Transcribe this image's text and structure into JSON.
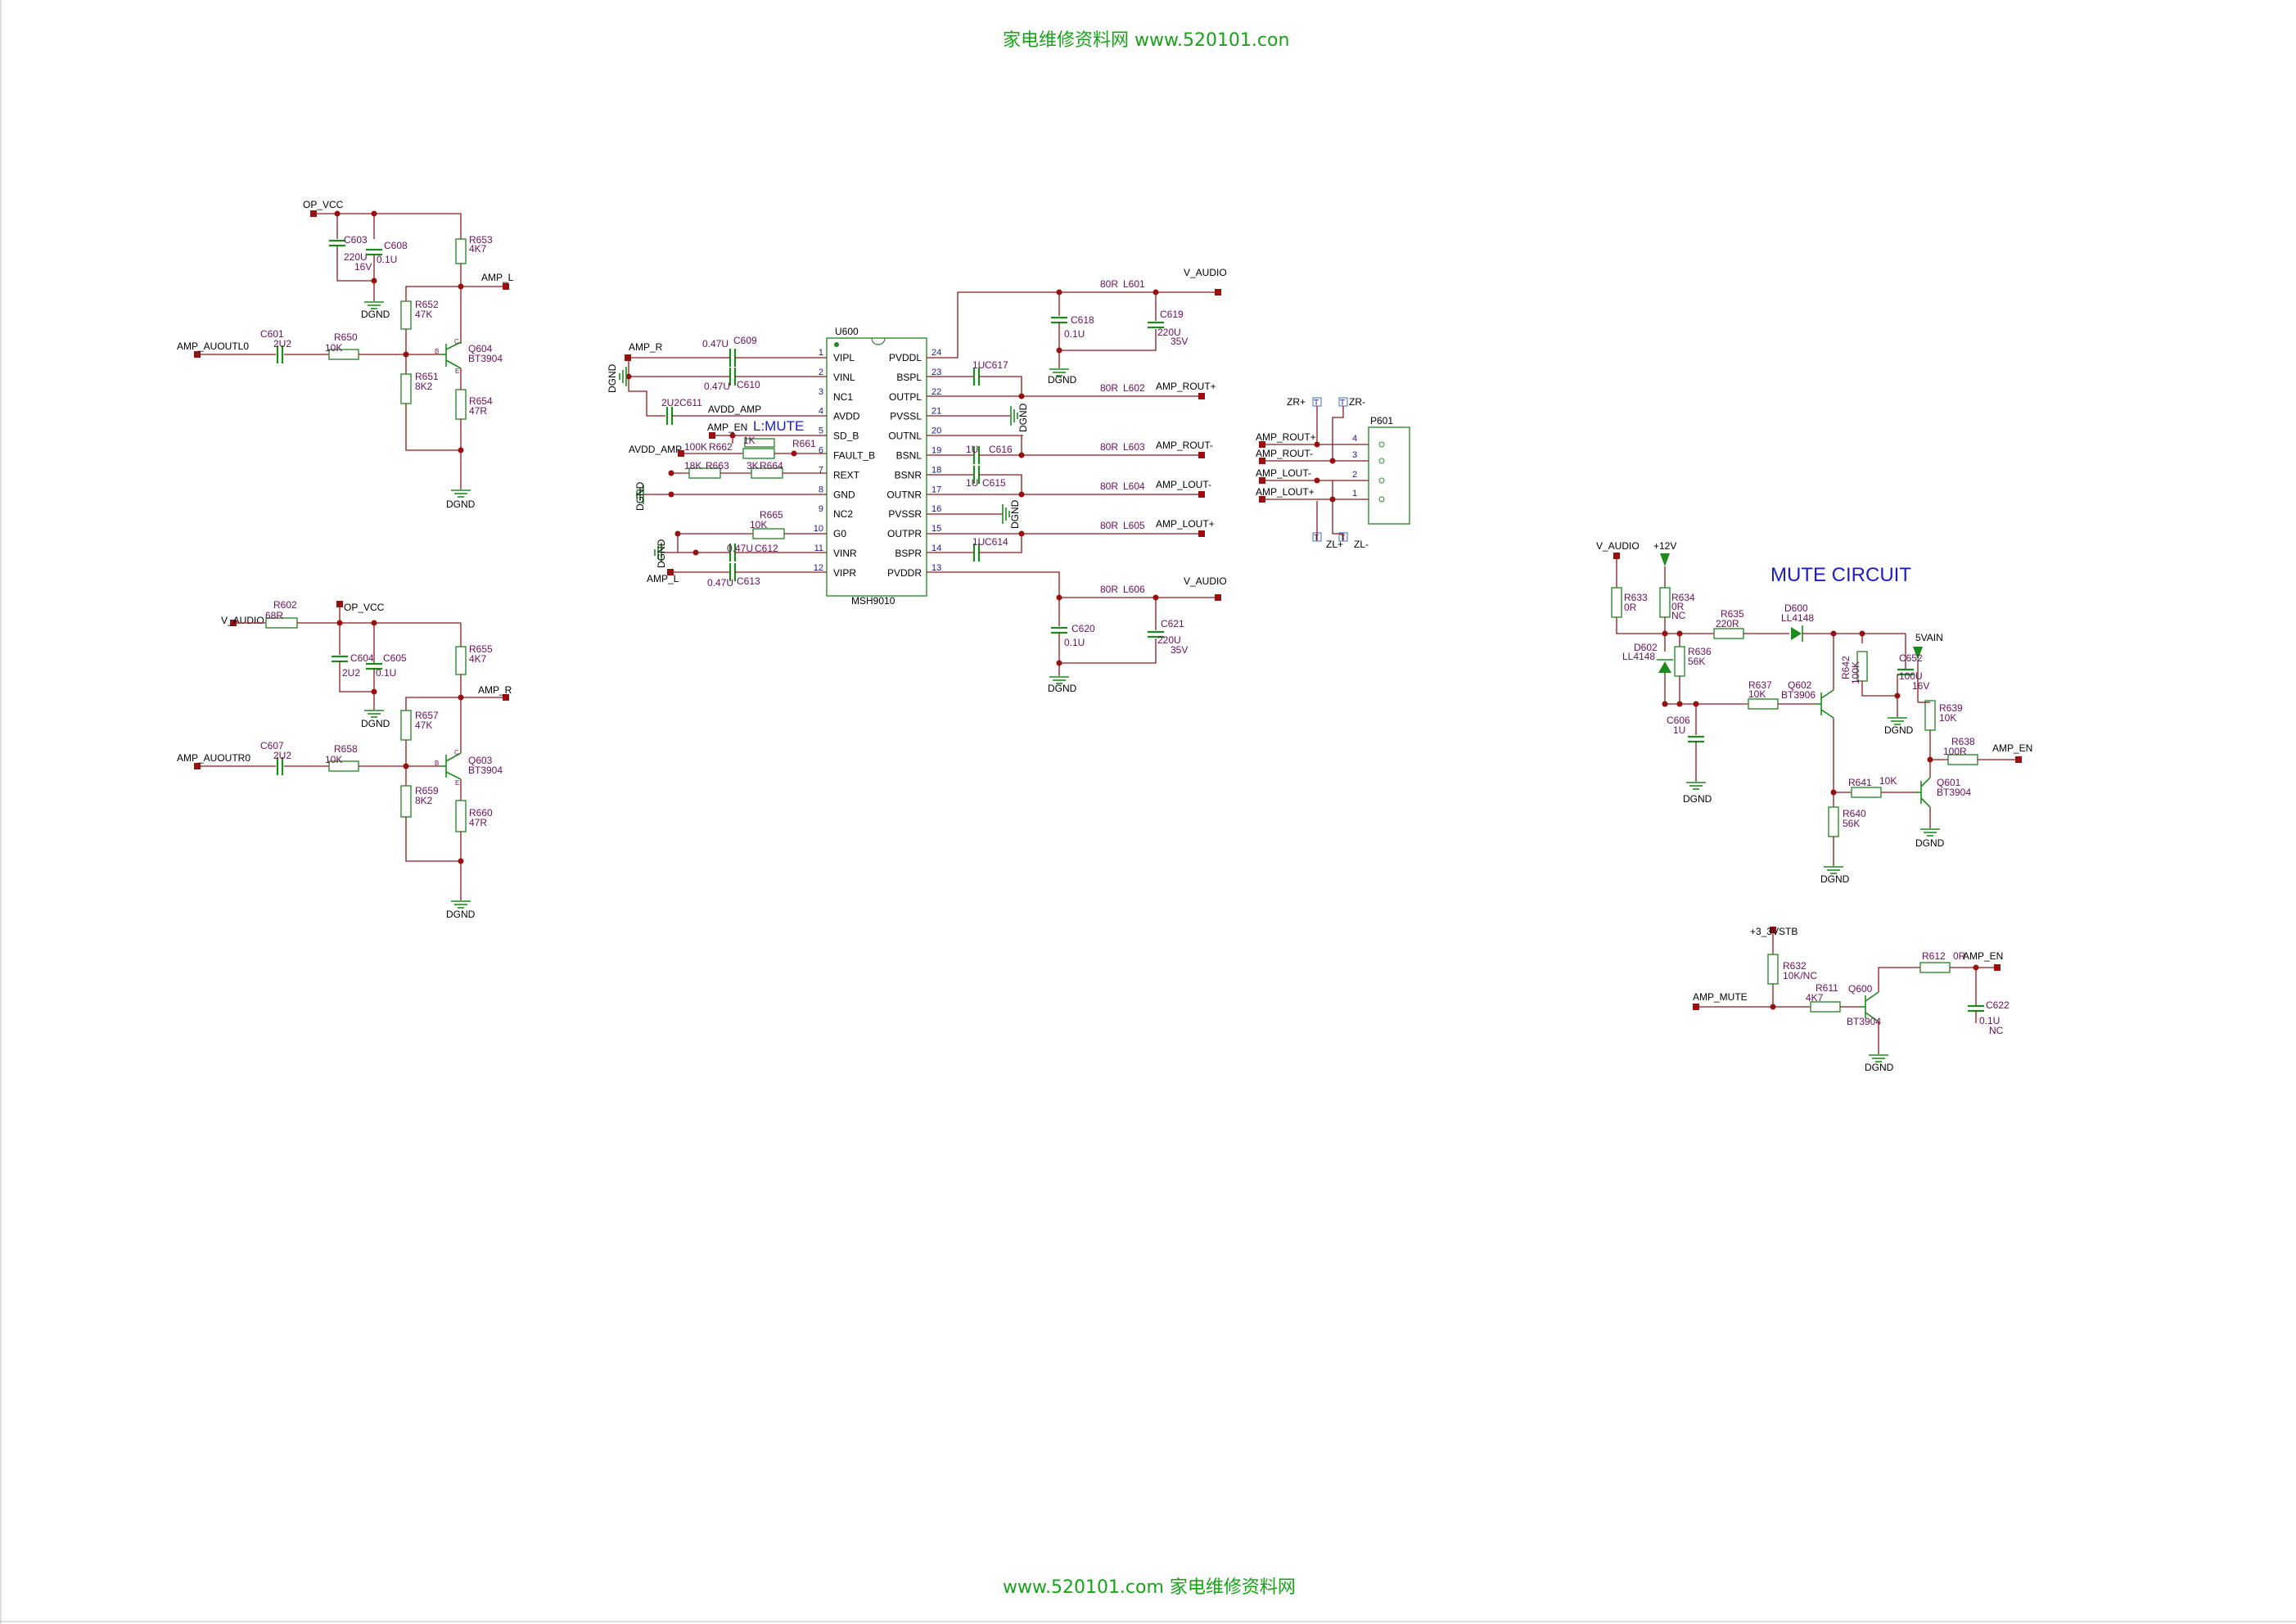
{
  "watermark": {
    "top": "家电维修资料网    www.520101.con",
    "bottom": "www.520101.com  家电维修资料网"
  },
  "section_titles": {
    "mute_circuit": "MUTE CIRCUIT",
    "l_mute": "L:MUTE"
  },
  "nets": {
    "op_vcc": "OP_VCC",
    "amp_l": "AMP_L",
    "amp_r": "AMP_R",
    "amp_auoutl0": "AMP_AUOUTL0",
    "amp_auoutr0": "AMP_AUOUTR0",
    "v_audio": "V_AUDIO",
    "dgnd": "DGND",
    "avdd_amp": "AVDD_AMP",
    "amp_en": "AMP_EN",
    "amp_rout_p": "AMP_ROUT+",
    "amp_rout_m": "AMP_ROUT-",
    "amp_lout_m": "AMP_LOUT-",
    "amp_lout_p": "AMP_LOUT+",
    "p12v": "+12V",
    "v5ain": "5VAIN",
    "p3v3stb": "+3_3VSTB",
    "amp_mute": "AMP_MUTE",
    "zr_p": "ZR+",
    "zr_m": "ZR-",
    "zl_p": "ZL+",
    "zl_m": "ZL-",
    "tp": "T"
  },
  "left_top": {
    "C603": [
      "C603",
      "220U",
      "16V"
    ],
    "C608": [
      "C608",
      "0.1U"
    ],
    "R653": [
      "R653",
      "4K7"
    ],
    "R652": [
      "R652",
      "47K"
    ],
    "C601": [
      "C601",
      "2U2"
    ],
    "R650": [
      "R650",
      "10K"
    ],
    "Q604": [
      "Q604",
      "BT3904"
    ],
    "R651": [
      "R651",
      "8K2"
    ],
    "R654": [
      "R654",
      "47R"
    ],
    "pins": [
      "C",
      "B",
      "E"
    ]
  },
  "left_bottom": {
    "R602": [
      "R602",
      "68R"
    ],
    "C604": [
      "C604",
      "2U2"
    ],
    "C605": [
      "C605",
      "0.1U"
    ],
    "R655": [
      "R655",
      "4K7"
    ],
    "R657": [
      "R657",
      "47K"
    ],
    "C607": [
      "C607",
      "2U2"
    ],
    "R658": [
      "R658",
      "10K"
    ],
    "Q603": [
      "Q603",
      "BT3904"
    ],
    "R659": [
      "R659",
      "8K2"
    ],
    "R660": [
      "R660",
      "47R"
    ]
  },
  "amp": {
    "ref": "U600",
    "model": "MSH9010",
    "left_pins": [
      {
        "num": "1",
        "name": "VIPL"
      },
      {
        "num": "2",
        "name": "VINL"
      },
      {
        "num": "3",
        "name": "NC1"
      },
      {
        "num": "4",
        "name": "AVDD"
      },
      {
        "num": "5",
        "name": "SD_B"
      },
      {
        "num": "6",
        "name": "FAULT_B"
      },
      {
        "num": "7",
        "name": "REXT"
      },
      {
        "num": "8",
        "name": "GND"
      },
      {
        "num": "9",
        "name": "NC2"
      },
      {
        "num": "10",
        "name": "G0"
      },
      {
        "num": "11",
        "name": "VINR"
      },
      {
        "num": "12",
        "name": "VIPR"
      }
    ],
    "right_pins": [
      {
        "num": "24",
        "name": "PVDDL"
      },
      {
        "num": "23",
        "name": "BSPL"
      },
      {
        "num": "22",
        "name": "OUTPL"
      },
      {
        "num": "21",
        "name": "PVSSL"
      },
      {
        "num": "20",
        "name": "OUTNL"
      },
      {
        "num": "19",
        "name": "BSNL"
      },
      {
        "num": "18",
        "name": "BSNR"
      },
      {
        "num": "17",
        "name": "OUTNR"
      },
      {
        "num": "16",
        "name": "PVSSR"
      },
      {
        "num": "15",
        "name": "OUTPR"
      },
      {
        "num": "14",
        "name": "BSPR"
      },
      {
        "num": "13",
        "name": "PVDDR"
      }
    ],
    "parts": {
      "C609": [
        "0.47U",
        "C609"
      ],
      "C610": [
        "0.47U",
        "C610"
      ],
      "C611": [
        "2U2",
        "C611"
      ],
      "R662": [
        "100K",
        "R662"
      ],
      "R661": [
        "1K",
        "R661"
      ],
      "R663": [
        "18K",
        "R663"
      ],
      "R664": [
        "3K",
        "R664"
      ],
      "R665": [
        "R665",
        "10K"
      ],
      "C612": [
        "0.47U",
        "C612"
      ],
      "C613": [
        "0.47U",
        "C613"
      ],
      "C617": [
        "1U",
        "C617"
      ],
      "C616": [
        "1U",
        "C616"
      ],
      "C615": [
        "1U",
        "C615"
      ],
      "C614": [
        "1U",
        "C614"
      ],
      "L601": [
        "80R",
        "L601"
      ],
      "L602": [
        "80R",
        "L602"
      ],
      "L603": [
        "80R",
        "L603"
      ],
      "L604": [
        "80R",
        "L604"
      ],
      "L605": [
        "80R",
        "L605"
      ],
      "L606": [
        "80R",
        "L606"
      ],
      "C618": [
        "C618",
        "0.1U"
      ],
      "C619": [
        "C619",
        "220U",
        "35V"
      ],
      "C620": [
        "C620",
        "0.1U"
      ],
      "C621": [
        "C621",
        "220U",
        "35V"
      ]
    }
  },
  "connector": {
    "ref": "P601",
    "pins": [
      "4",
      "3",
      "2",
      "1"
    ]
  },
  "mute": {
    "R633": [
      "R633",
      "0R"
    ],
    "R634": [
      "R634",
      "0R",
      "NC"
    ],
    "R635": [
      "R635",
      "220R"
    ],
    "D600": [
      "D600",
      "LL4148"
    ],
    "D602": [
      "D602",
      "LL4148"
    ],
    "R636": [
      "R636",
      "56K"
    ],
    "R637": [
      "R637",
      "10K"
    ],
    "Q602": [
      "Q602",
      "BT3906"
    ],
    "R642": [
      "R642",
      "100K"
    ],
    "C652": [
      "C652",
      "100U",
      "16V"
    ],
    "C606": [
      "C606",
      "1U"
    ],
    "R639": [
      "R639",
      "10K"
    ],
    "R638": [
      "R638",
      "100R"
    ],
    "R641": [
      "R641",
      "10K"
    ],
    "Q601": [
      "Q601",
      "BT3904"
    ],
    "R640": [
      "R640",
      "56K"
    ],
    "R632": [
      "R632",
      "10K/NC"
    ],
    "R611": [
      "R611",
      "4K7"
    ],
    "Q600": [
      "Q600",
      "BT3904"
    ],
    "R612": [
      "R612",
      "0R"
    ],
    "C622": [
      "C622",
      "0.1U",
      "NC"
    ]
  }
}
